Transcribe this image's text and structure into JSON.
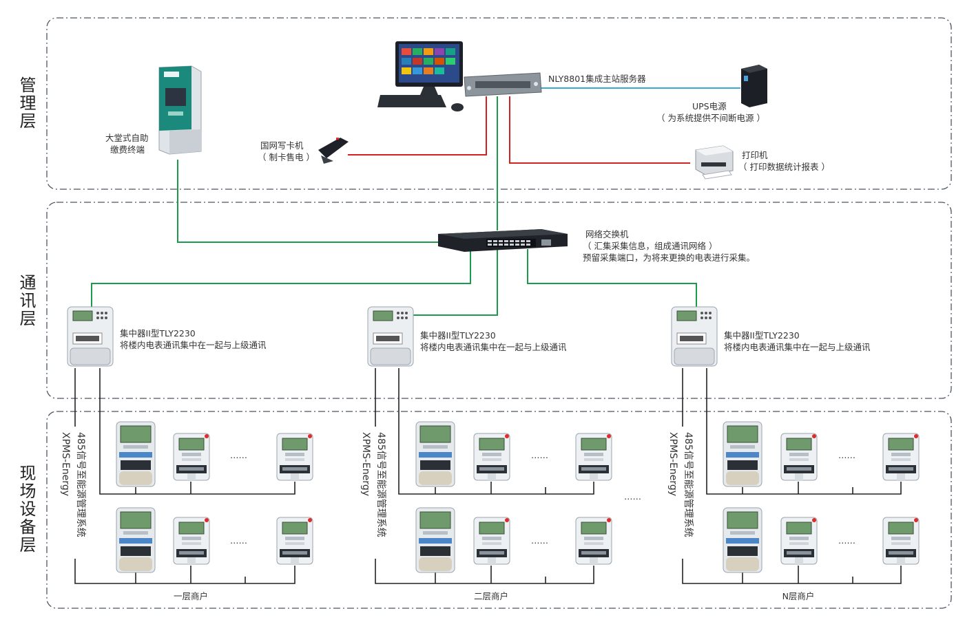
{
  "layers": {
    "management": "管理层",
    "communication": "通讯层",
    "field": "现场设备层"
  },
  "management": {
    "server": "NLY8801集成主站服务器",
    "ups": "UPS电源",
    "ups_note": "（ 为系统提供不间断电源 ）",
    "kiosk_line1": "大堂式自助",
    "kiosk_line2": "缴费终端",
    "card_writer": "国网写卡机",
    "card_writer_note": "（ 制卡售电 ）",
    "printer": "打印机",
    "printer_note": "（ 打印数据统计报表 ）"
  },
  "communication": {
    "switch": "网络交换机",
    "switch_note1": "（ 汇集采集信息，组成通讯网络 ）",
    "switch_note2": "预留采集端口，为将来更换的电表进行采集。",
    "concentrators": [
      {
        "title": "集中器II型TLY2230",
        "desc": "将楼内电表通讯集中在一起与上级通讯"
      },
      {
        "title": "集中器II型TLY2230",
        "desc": "将楼内电表通讯集中在一起与上级通讯"
      },
      {
        "title": "集中器II型TLY2230",
        "desc": "将楼内电表通讯集中在一起与上级通讯"
      }
    ]
  },
  "field": {
    "bus_label_1": "485信号至能源管理系统",
    "bus_label_2": "XPMS-Energy",
    "ellipsis": "……",
    "group_ellipsis": "……",
    "groups": [
      {
        "name": "一层商户"
      },
      {
        "name": "二层商户"
      },
      {
        "name": "N层商户"
      }
    ]
  },
  "colors": {
    "green_line": "#1a9a4a",
    "red_line": "#d42020",
    "blue_line": "#3aa6d8",
    "frame": "#4b5563"
  }
}
